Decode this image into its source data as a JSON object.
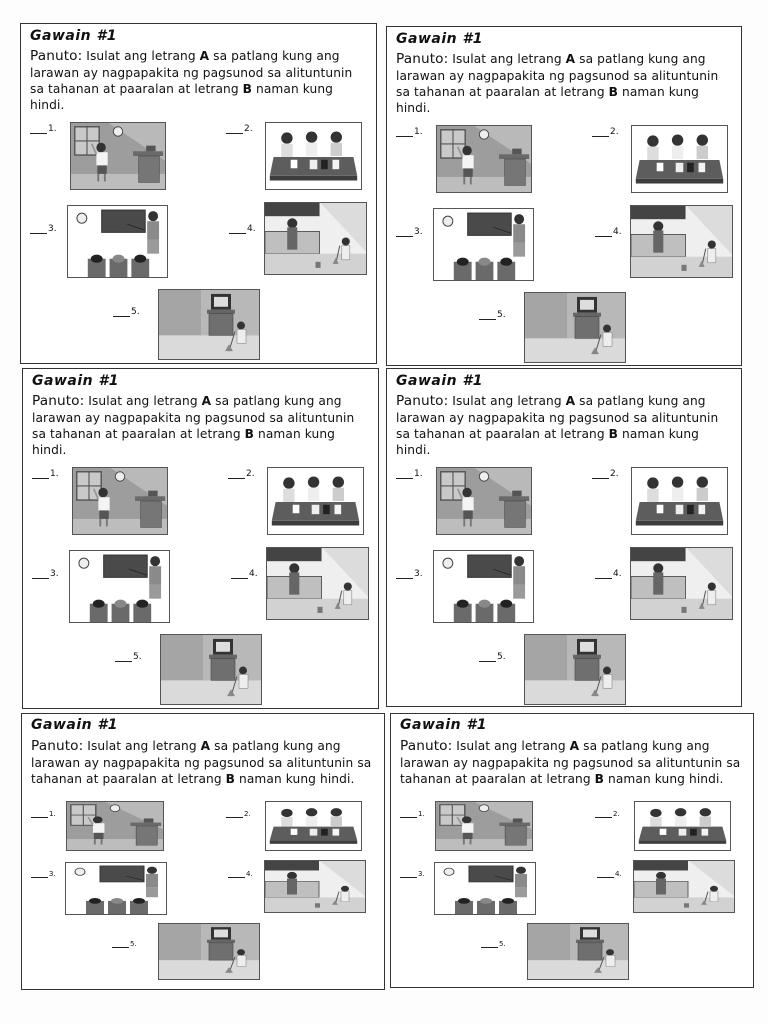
{
  "worksheet": {
    "title": "Gawain #1",
    "instruction_lead": "Panuto:",
    "instruction_part1": " Isulat ang letrang ",
    "letter_a": "A",
    "instruction_part2": " sa patlang kung ang larawan ay nagpapakita ng pagsunod sa alituntunin sa tahanan at paaralan at letrang ",
    "letter_b": "B",
    "instruction_part3": " naman kung hindi.",
    "items": [
      {
        "number": "1.",
        "image": "boy-cleaning-window-classroom"
      },
      {
        "number": "2.",
        "image": "children-at-table-with-papers"
      },
      {
        "number": "3.",
        "image": "teacher-at-blackboard-students-sleeping"
      },
      {
        "number": "4.",
        "image": "girl-sweeping-kitchen-floor"
      },
      {
        "number": "5.",
        "image": "girl-sweeping-near-tv-cabinet"
      }
    ]
  },
  "copies": 6,
  "colors": {
    "border": "#333333",
    "room_wall": "#9a9a9a",
    "floor": "#d8d8d8",
    "table": "#5a5a5a"
  }
}
